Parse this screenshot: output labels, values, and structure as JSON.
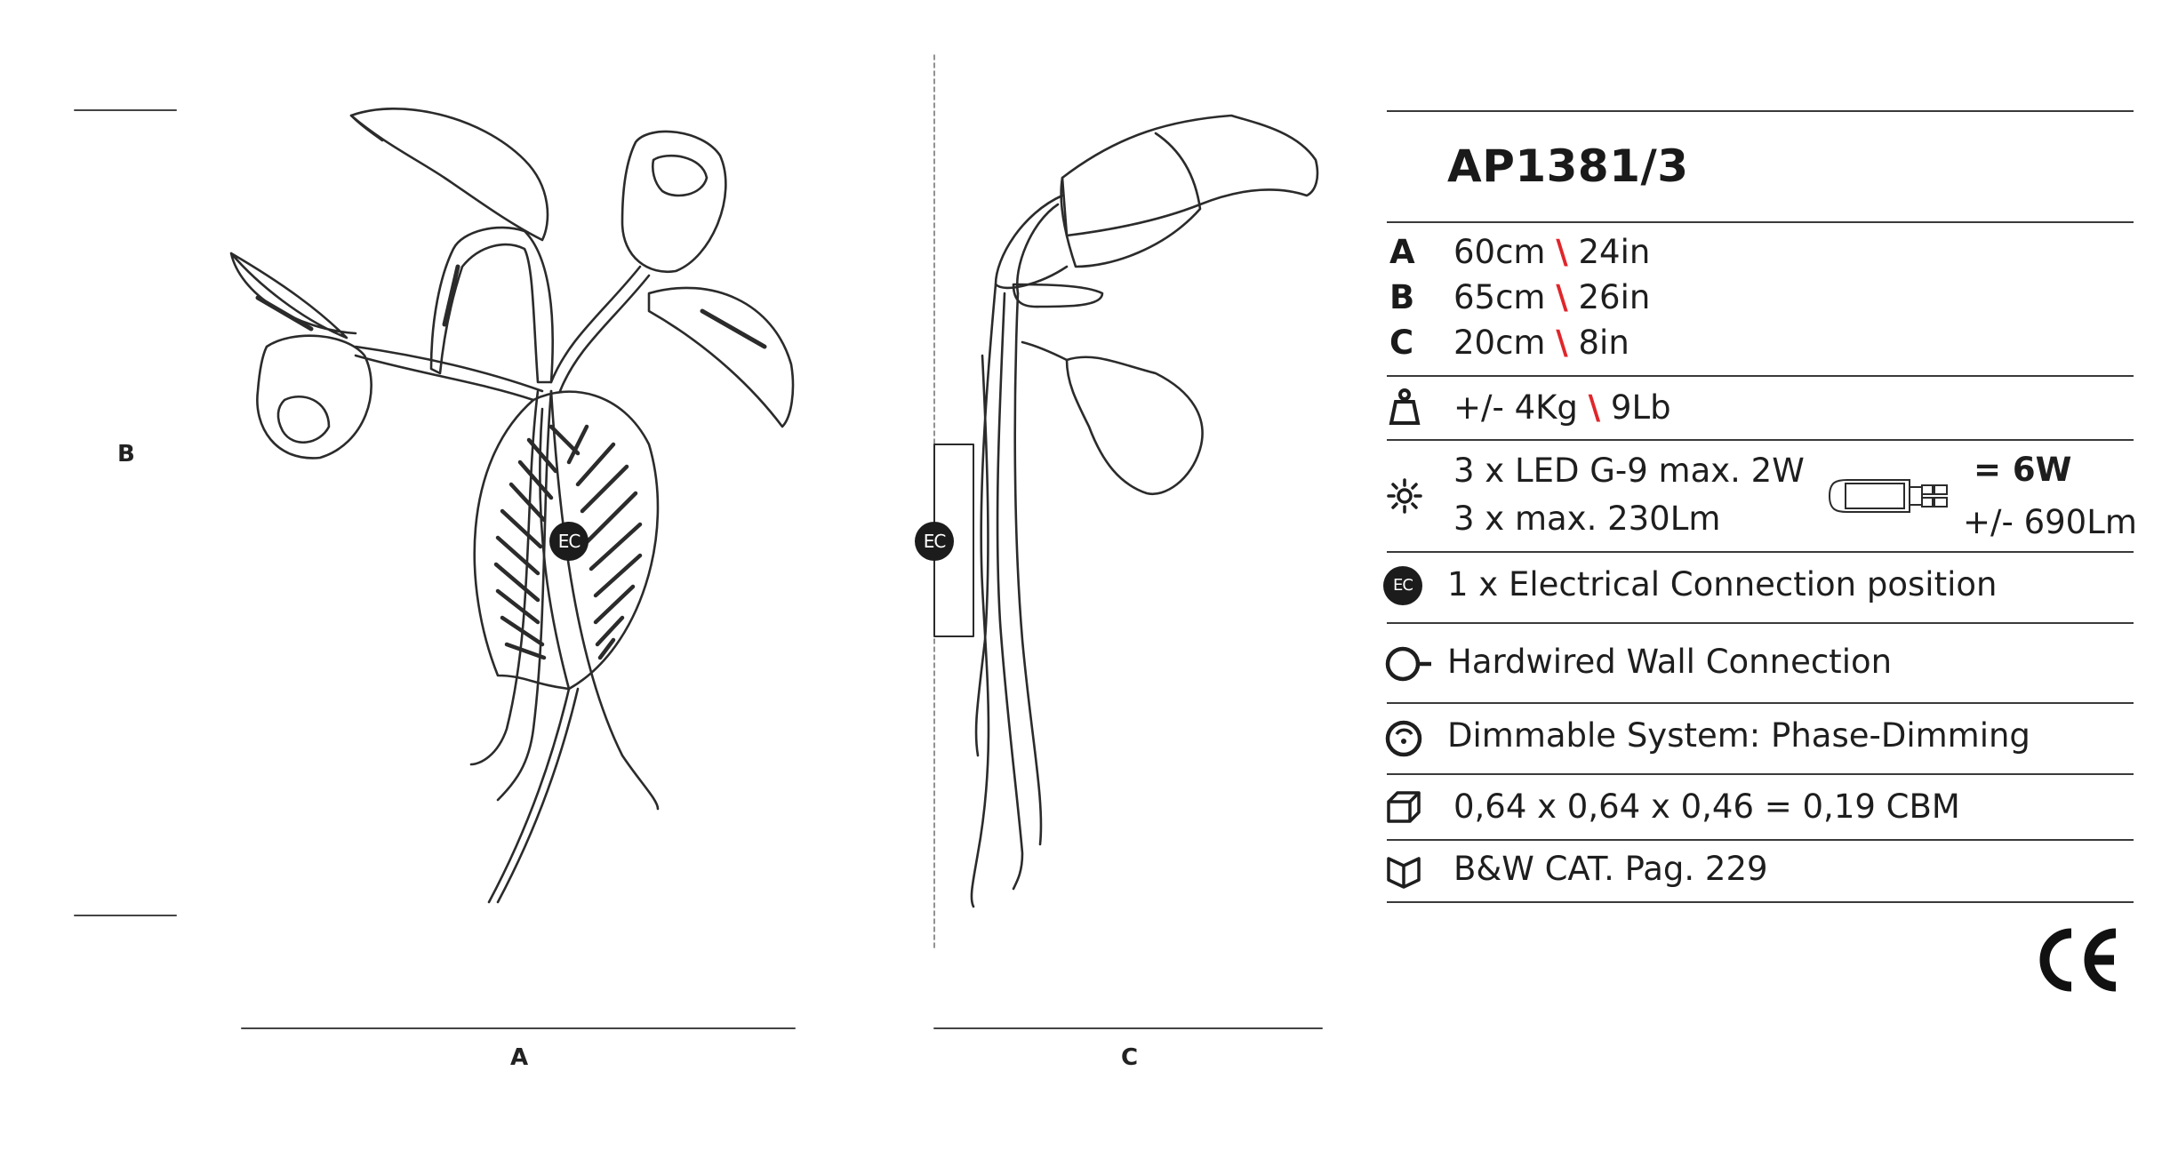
{
  "product": {
    "code": "AP1381/3"
  },
  "dimensions": {
    "rows": [
      {
        "letter": "A",
        "metric": "60cm",
        "sep": "\\",
        "imperial": "24in"
      },
      {
        "letter": "B",
        "metric": "65cm",
        "sep": "\\",
        "imperial": "26in"
      },
      {
        "letter": "C",
        "metric": "20cm",
        "sep": "\\",
        "imperial": "8in"
      }
    ]
  },
  "weight": {
    "metric": "+/- 4Kg",
    "sep": "\\",
    "imperial": "9Lb"
  },
  "lighting": {
    "line1": "3 x LED G-9 max. 2W",
    "line2": "3 x max. 230Lm",
    "total_power": "= 6W",
    "total_lumen": "+/- 690Lm"
  },
  "connection": {
    "ec_badge": "EC",
    "ec_text": "1 x Electrical Connection position",
    "wall": "Hardwired Wall Connection",
    "dimming": "Dimmable System: Phase-Dimming"
  },
  "packaging": {
    "volume": "0,64 x 0,64 x 0,46 = 0,19 CBM"
  },
  "catalog": {
    "ref": "B&W CAT. Pag. 229"
  },
  "drawing_labels": {
    "front_width": "A",
    "height": "B",
    "side_depth": "C",
    "front_ec": "EC",
    "side_ec": "EC"
  },
  "colors": {
    "separator": "#e0262b",
    "line": "#3a3a3a",
    "badge": "#1c1c1c"
  },
  "icons": [
    "weight-icon",
    "bulb-icon",
    "ec-icon",
    "wall-connection-icon",
    "dimmer-icon",
    "box-icon",
    "catalog-icon",
    "ce-mark",
    "g9-bulb-icon"
  ]
}
